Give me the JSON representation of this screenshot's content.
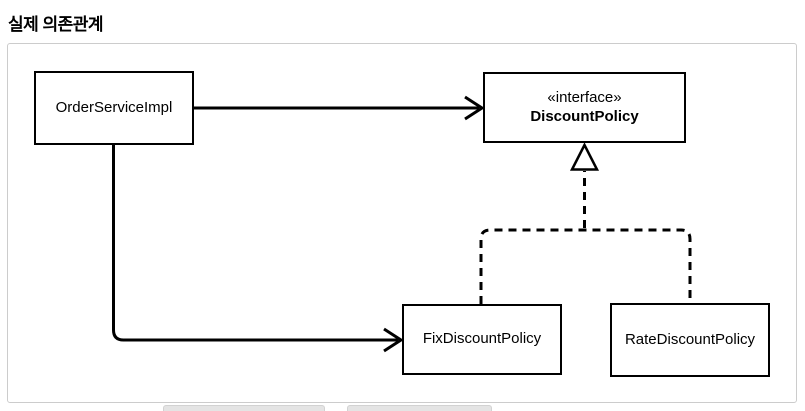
{
  "page": {
    "title": "실제 의존관계"
  },
  "diagram": {
    "nodes": [
      {
        "id": "order-service-impl",
        "label": "OrderServiceImpl"
      },
      {
        "id": "discount-policy",
        "stereotype": "«interface»",
        "label": "DiscountPolicy"
      },
      {
        "id": "fix-discount-policy",
        "label": "FixDiscountPolicy"
      },
      {
        "id": "rate-discount-policy",
        "label": "RateDiscountPolicy"
      }
    ],
    "edges": [
      {
        "from": "OrderServiceImpl",
        "to": "DiscountPolicy",
        "type": "dependency",
        "style": "solid-open-arrow"
      },
      {
        "from": "OrderServiceImpl",
        "to": "FixDiscountPolicy",
        "type": "dependency",
        "style": "solid-open-arrow"
      },
      {
        "from": "FixDiscountPolicy",
        "to": "DiscountPolicy",
        "type": "realization",
        "style": "dashed-hollow-triangle"
      },
      {
        "from": "RateDiscountPolicy",
        "to": "DiscountPolicy",
        "type": "realization",
        "style": "dashed-hollow-triangle"
      }
    ],
    "colors": {
      "line": "#000000",
      "box_border": "#000000",
      "box_background": "#ffffff",
      "frame_border": "#cccccc",
      "text": "#000000"
    }
  }
}
